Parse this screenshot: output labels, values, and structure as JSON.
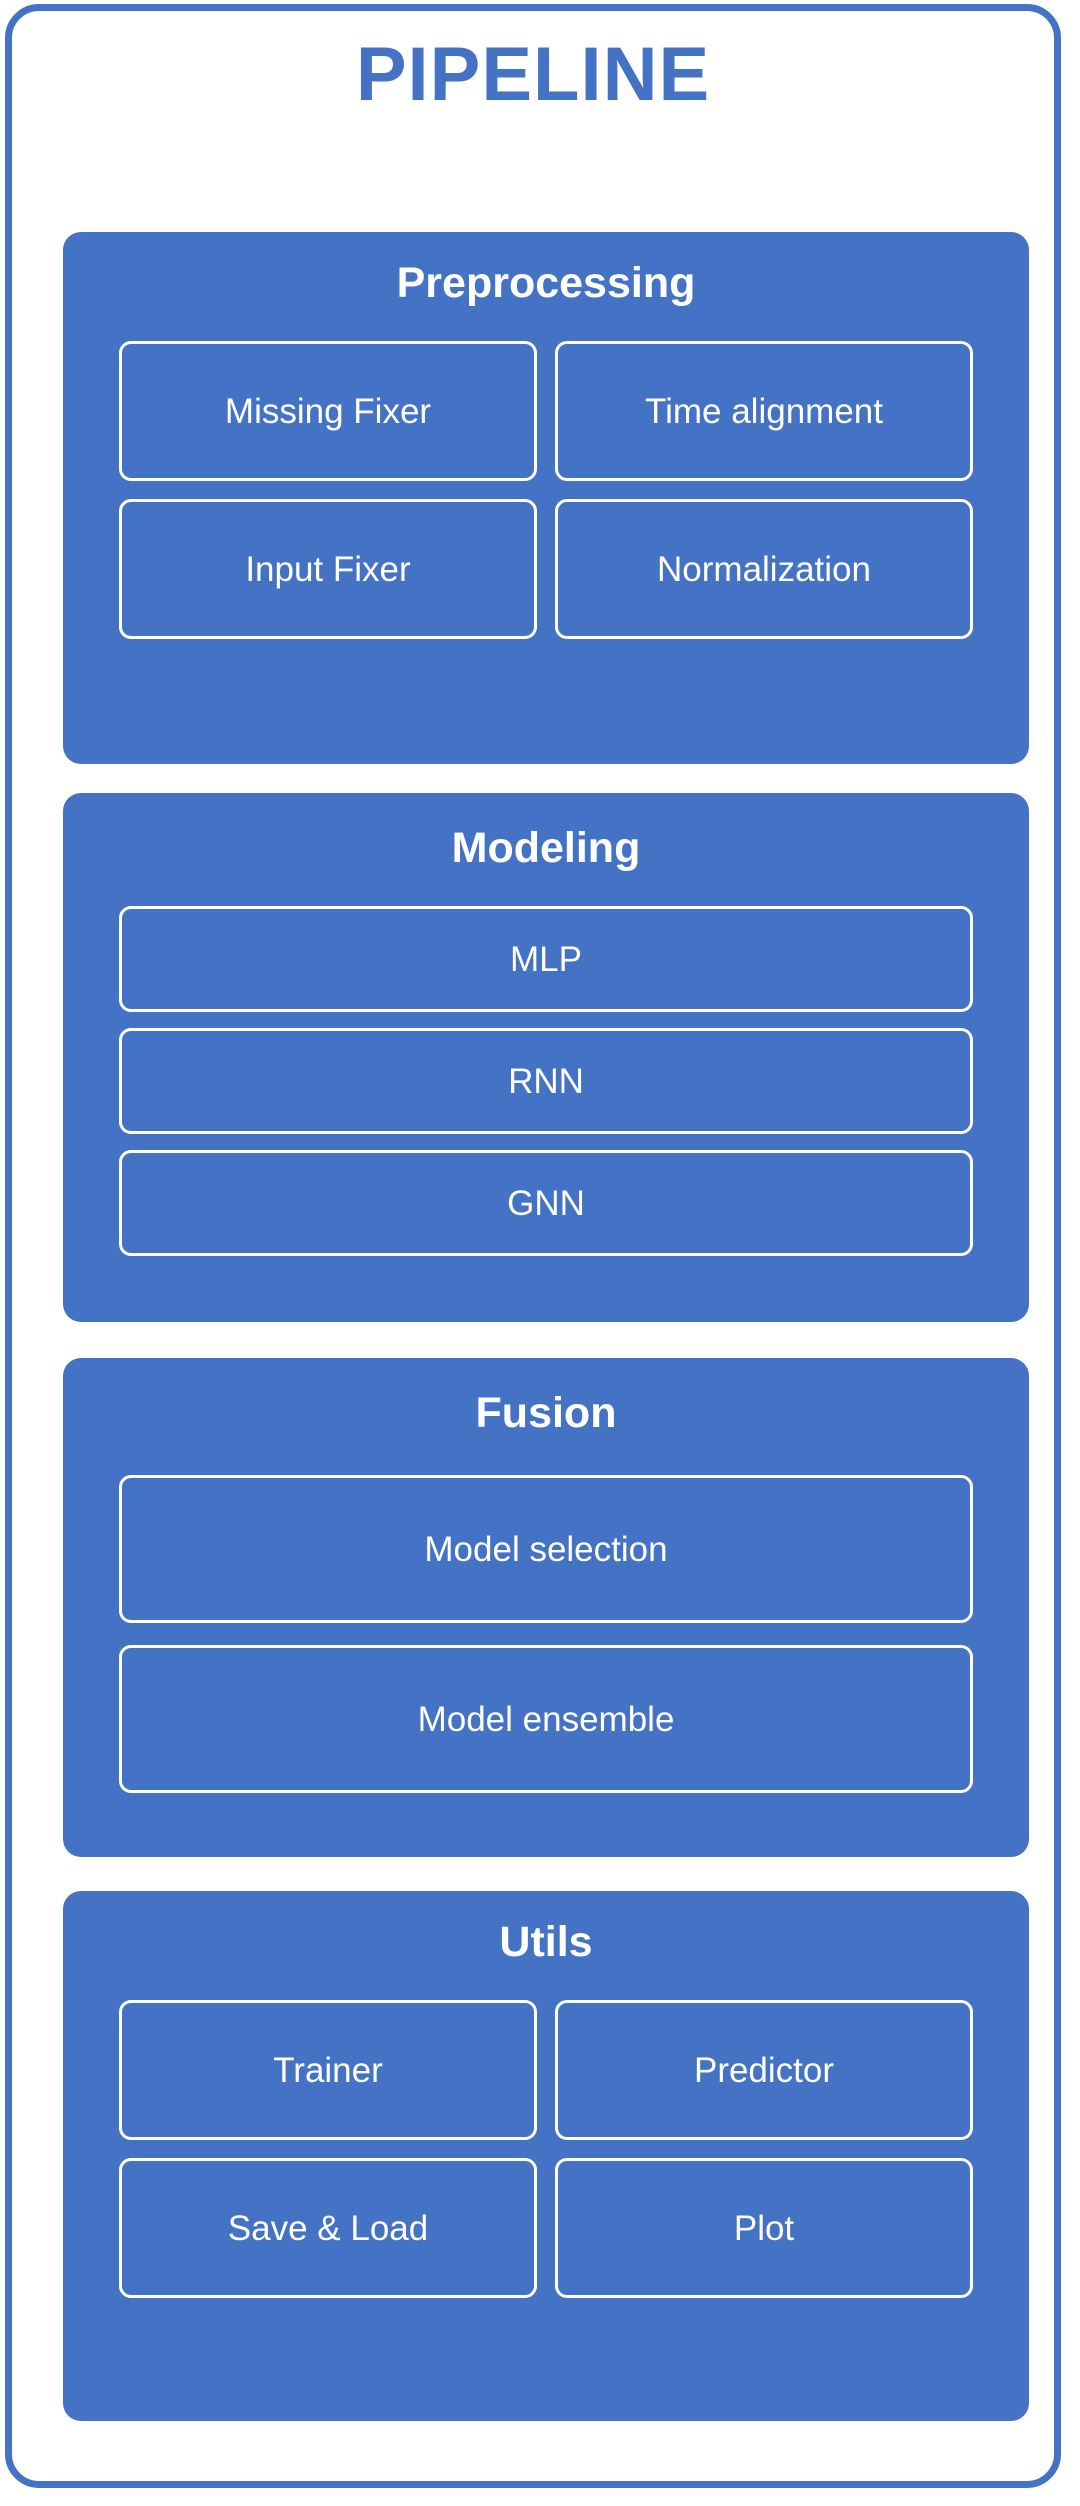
{
  "diagram": {
    "title": "PIPELINE",
    "accent_color": "#4472C4",
    "section_fill": "#4472C4",
    "box_border_color": "#FFFFFF",
    "background_color": "#FFFFFF",
    "sections": [
      {
        "id": "preprocessing",
        "title": "Preprocessing",
        "layout": "2-col-grid",
        "items": [
          {
            "label": "Missing Fixer"
          },
          {
            "label": "Time alignment"
          },
          {
            "label": "Input Fixer"
          },
          {
            "label": "Normalization"
          }
        ]
      },
      {
        "id": "modeling",
        "title": "Modeling",
        "layout": "stack",
        "items": [
          {
            "label": "MLP"
          },
          {
            "label": "RNN"
          },
          {
            "label": "GNN"
          }
        ]
      },
      {
        "id": "fusion",
        "title": "Fusion",
        "layout": "stack",
        "items": [
          {
            "label": "Model selection"
          },
          {
            "label": "Model ensemble"
          }
        ]
      },
      {
        "id": "utils",
        "title": "Utils",
        "layout": "2-col-grid",
        "items": [
          {
            "label": "Trainer"
          },
          {
            "label": "Predictor"
          },
          {
            "label": "Save & Load"
          },
          {
            "label": "Plot"
          }
        ]
      }
    ]
  }
}
